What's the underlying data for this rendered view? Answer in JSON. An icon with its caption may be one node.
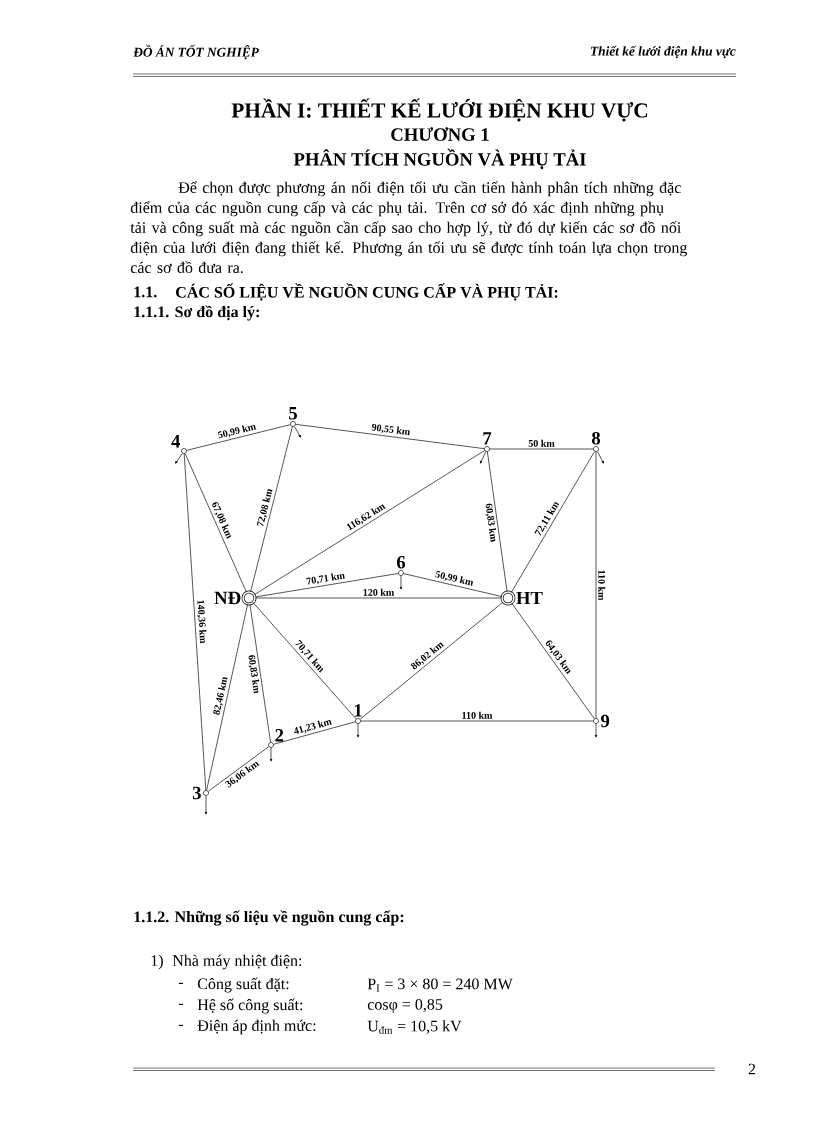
{
  "diagram": {
    "title": "PHẦN I: THIẾT KẾ LƯỚI ĐIỆN KHU VỰC",
    "nodes": [
      {
        "text": [
          "4"
        ]
      },
      {
        "text": [
          "5"
        ]
      },
      {
        "text": [
          "7"
        ]
      },
      {
        "text": [
          "8"
        ]
      },
      {
        "text": [
          "6"
        ]
      },
      {
        "text": [
          "NĐ"
        ]
      },
      {
        "text": [
          "HT"
        ]
      },
      {
        "text": [
          "1"
        ]
      },
      {
        "text": [
          "9"
        ]
      },
      {
        "text": [
          "2"
        ]
      },
      {
        "text": [
          "3"
        ]
      }
    ],
    "edges": [
      {
        "from": 0,
        "to": 1,
        "arrow": "none",
        "label": "50,99 km"
      },
      {
        "from": 1,
        "to": 2,
        "arrow": "none",
        "label": "90,55 km"
      },
      {
        "from": 2,
        "to": 3,
        "arrow": "none",
        "label": "50 km"
      },
      {
        "from": 0,
        "to": 5,
        "arrow": "none",
        "label": "67,08 km"
      },
      {
        "from": 1,
        "to": 5,
        "arrow": "none",
        "label": "72,08 km"
      },
      {
        "from": 5,
        "to": 2,
        "arrow": "none",
        "label": "116,62 km"
      },
      {
        "from": 2,
        "to": 6,
        "arrow": "none",
        "label": "60,83 km"
      },
      {
        "from": 3,
        "to": 6,
        "arrow": "none",
        "label": "72,11 km"
      },
      {
        "from": 3,
        "to": 8,
        "arrow": "none",
        "label": "110 km"
      },
      {
        "from": 5,
        "to": 4,
        "arrow": "none",
        "label": "70,71 km"
      },
      {
        "from": 4,
        "to": 6,
        "arrow": "none",
        "label": "50,99 km"
      },
      {
        "from": 5,
        "to": 6,
        "arrow": "none",
        "label": "120 km"
      },
      {
        "from": 5,
        "to": 7,
        "arrow": "none",
        "label": "70,71 km"
      },
      {
        "from": 6,
        "to": 7,
        "arrow": "none",
        "label": "86,02 km"
      },
      {
        "from": 6,
        "to": 8,
        "arrow": "none",
        "label": "64,03 km"
      },
      {
        "from": 7,
        "to": 8,
        "arrow": "none",
        "label": "110 km"
      },
      {
        "from": 5,
        "to": 9,
        "arrow": "none",
        "label": "60,83 km"
      },
      {
        "from": 9,
        "to": 7,
        "arrow": "none",
        "label": "41,23 km"
      },
      {
        "from": 5,
        "to": 10,
        "arrow": "none",
        "label": "82,46 km"
      },
      {
        "from": 0,
        "to": 10,
        "arrow": "none",
        "label": "140,36 km"
      },
      {
        "from": 10,
        "to": 9,
        "arrow": "none",
        "label": "36,06 km"
      },
      {
        "from": 0,
        "to": null,
        "arrow": "to"
      },
      {
        "from": 1,
        "to": null,
        "arrow": "to"
      },
      {
        "from": 2,
        "to": null,
        "arrow": "to"
      },
      {
        "from": 3,
        "to": null,
        "arrow": "to"
      },
      {
        "from": 4,
        "to": null,
        "arrow": "to"
      },
      {
        "from": 7,
        "to": null,
        "arrow": "to"
      },
      {
        "from": 8,
        "to": null,
        "arrow": "to"
      },
      {
        "from": 9,
        "to": null,
        "arrow": "to"
      },
      {
        "from": 10,
        "to": null,
        "arrow": "to"
      }
    ],
    "labels": [
      "ĐỒ ÁN TỐT NGHIỆP",
      "Thiết kế lưới điện khu vực",
      "CHƯƠNG 1",
      "PHÂN TÍCH NGUỒN VÀ PHỤ TẢI",
      "Để chọn được phương án nối điện tối ưu cần tiến hành phân tích những đặc điểm của các nguồn cung cấp và các phụ tải. Trên cơ sở đó xác định những phụ tải và công suất mà các nguồn cần cấp sao cho hợp lý, từ đó dự kiến các sơ đồ nối điện của lưới điện đang thiết kế. Phương án tối ưu sẽ được tính toán lựa chọn trong các sơ đồ đưa ra.",
      "1.1.",
      "CÁC SỐ LIỆU VỀ NGUỒN CUNG CẤP VÀ PHỤ TẢI:",
      "1.1.1. Sơ đồ địa lý:",
      "1.1.2. Những số liệu về nguồn cung cấp:",
      "1)",
      "Nhà máy nhiệt điện:",
      "-",
      "Công suất đặt:",
      "P$_{I}$ = 3 × 80 = 240 MW",
      "-",
      "Hệ số công suất:",
      "cosφ = 0,85",
      "-",
      "Điện áp định mức:",
      "U$_{đm}$ = 10,5 kV",
      "2"
    ]
  }
}
